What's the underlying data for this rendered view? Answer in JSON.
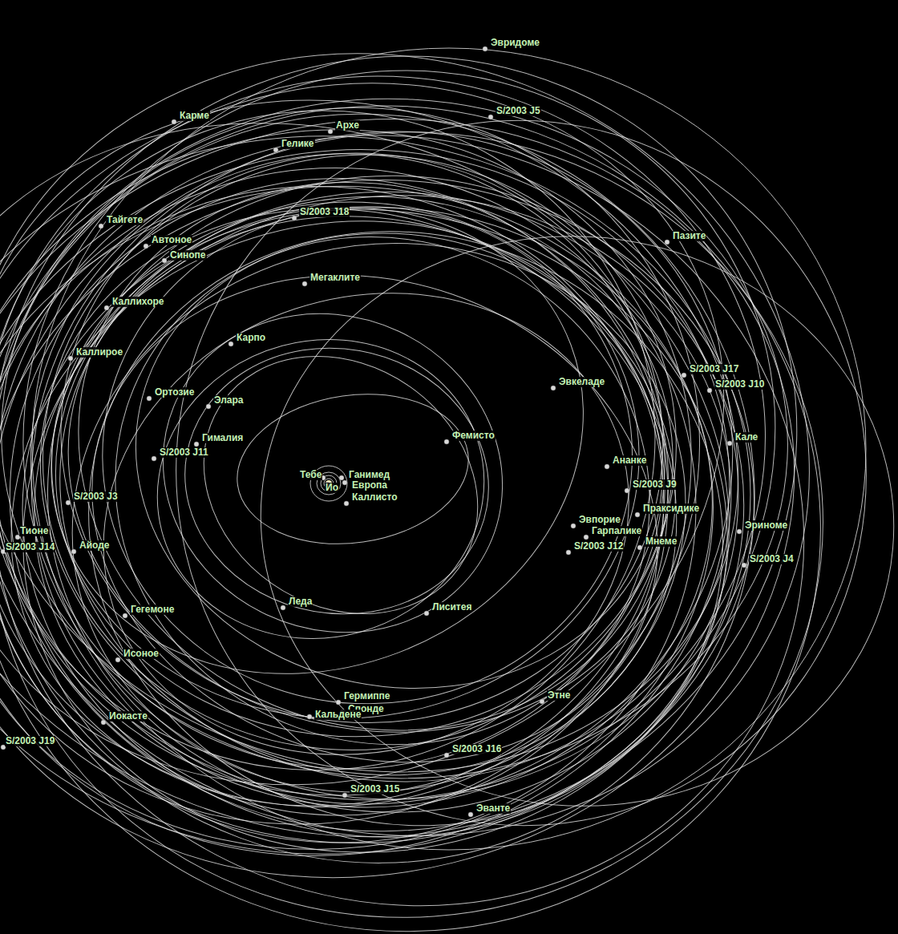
{
  "diagram": {
    "labels": [
      "Эвридоме",
      "S/2003 J5",
      "Карме",
      "Архе",
      "Гелике",
      "Тайгете",
      "S/2003 J18",
      "Пазите",
      "Автоное",
      "Синопе",
      "Мегаклите",
      "Каллихоре",
      "Карпо",
      "Каллирое",
      "Эвкеладе",
      "S/2003 J17",
      "S/2003 J10",
      "Ортозие",
      "Элара",
      "Фемисто",
      "Гималия",
      "S/2003 J11",
      "Кале",
      "Ананке",
      "Тебе",
      "Ганимед",
      "Ио",
      "Европа",
      "Каллисто",
      "S/2003 J9",
      "S/2003 J3",
      "Праксидике",
      "Эвпорие",
      "Гарпалике",
      "Эриноме",
      "Тионе",
      "S/2003 J14",
      "Мнеме",
      "S/2003 J12",
      "S/2003 J4",
      "Айоде",
      "Леда",
      "Лиситея",
      "Гегемоне",
      "Исоное",
      "Гермиппе",
      "Этне",
      "Спонде",
      "Кальдене",
      "Иокасте",
      "S/2003 J19",
      "S/2003 J16",
      "S/2003 J15",
      "Эванте"
    ]
  }
}
